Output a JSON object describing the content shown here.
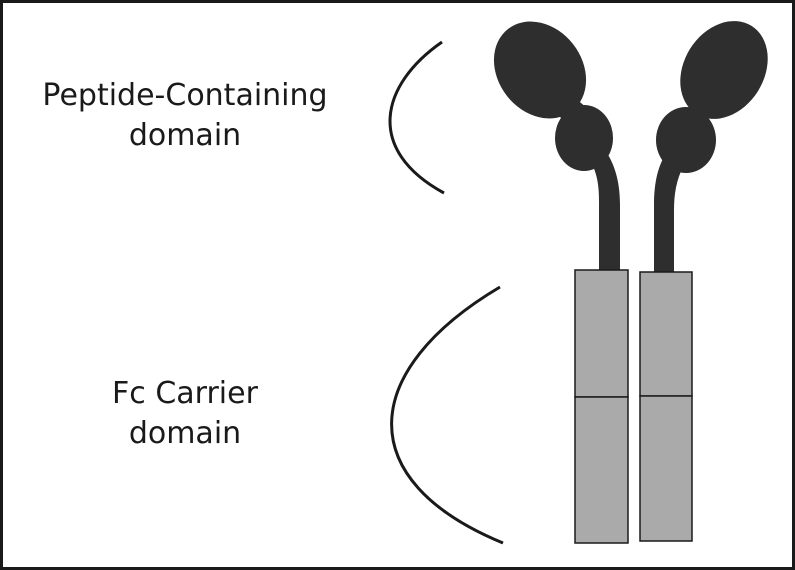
{
  "labels": {
    "peptide_line1": "Peptide-Containing",
    "peptide_line2": "domain",
    "fc_line1": "Fc Carrier",
    "fc_line2": "domain"
  },
  "colors": {
    "frame": "#1a1a1a",
    "peptide_domain": "#2e2e2e",
    "fc_domain": "#aaaaaa",
    "outline": "#1a1a1a",
    "background": "#ffffff"
  }
}
